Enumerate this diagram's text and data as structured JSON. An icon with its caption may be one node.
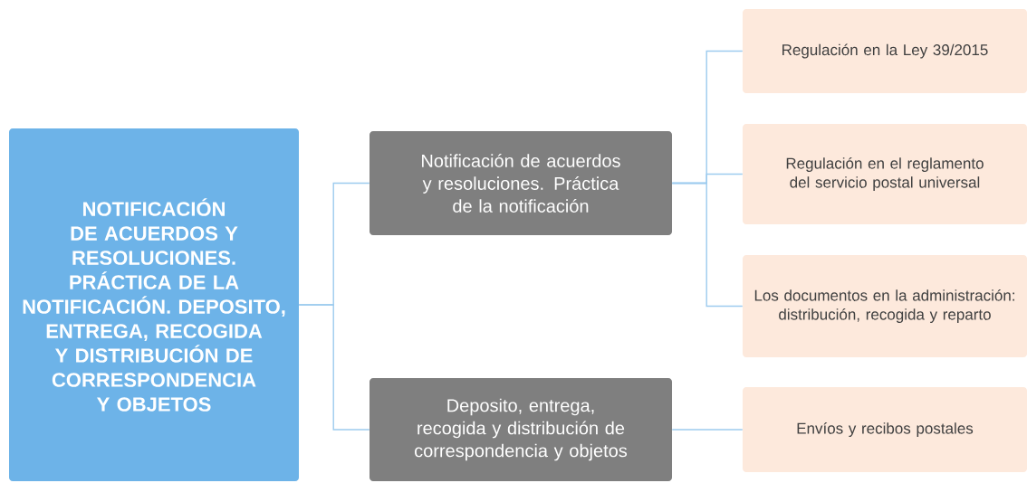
{
  "diagram": {
    "nodes": [
      {
        "text": [
          "NOTIFICACIÓN DE ACUERDOS Y RESOLUCIONES. PRÁCTICA DE LA NOTIFICACIÓN. DEPOSITO, ENTREGA, RECOGIDA Y DISTRIBUCIÓN DE CORRESPONDENCIA Y OBJETOS"
        ]
      },
      {
        "text": [
          "Notificación de acuerdos y resoluciones. Práctica de la notificación"
        ]
      },
      {
        "text": [
          "Deposito, entrega, recogida y distribución de correspondencia y objetos"
        ]
      },
      {
        "text": [
          "Regulación en la Ley 39/2015"
        ]
      },
      {
        "text": [
          "Regulación en el reglamento del servicio postal universal"
        ]
      },
      {
        "text": [
          "Los documentos en la administración: distribución, recogida y reparto"
        ]
      },
      {
        "text": [
          "Envíos y recibos postales"
        ]
      }
    ],
    "edges": [
      {
        "from": 0,
        "to": 1,
        "arrow": "none"
      },
      {
        "from": 0,
        "to": 2,
        "arrow": "none"
      },
      {
        "from": 1,
        "to": 3,
        "arrow": "none"
      },
      {
        "from": 1,
        "to": 4,
        "arrow": "none"
      },
      {
        "from": 1,
        "to": 5,
        "arrow": "none"
      },
      {
        "from": 2,
        "to": 6,
        "arrow": "none"
      }
    ]
  }
}
